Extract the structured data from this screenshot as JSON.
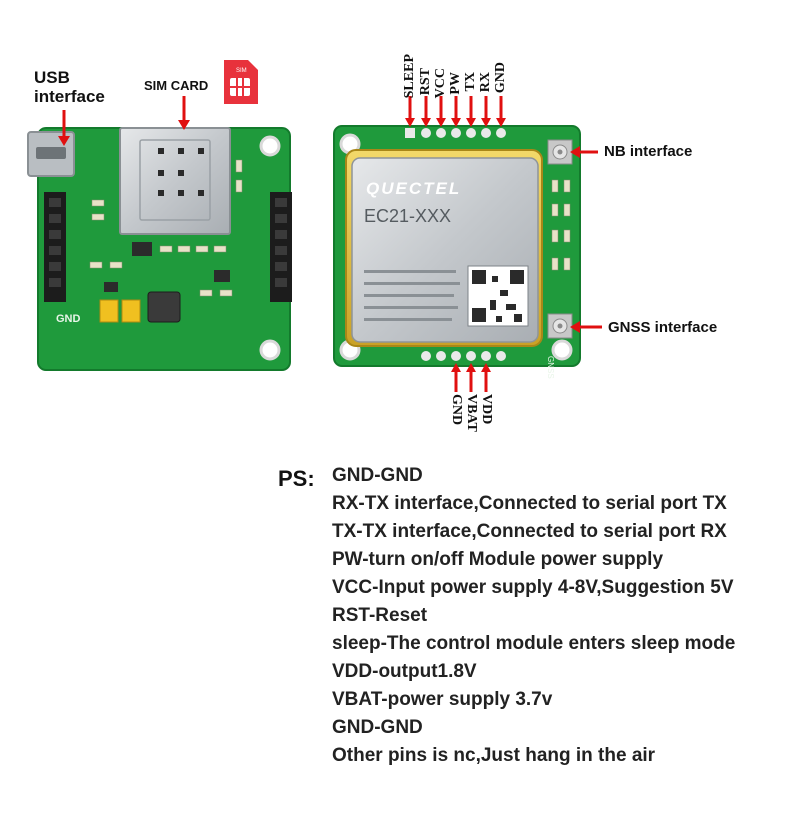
{
  "labels": {
    "usb_interface_line1": "USB",
    "usb_interface_line2": "interface",
    "sim_card": "SIM CARD",
    "sim_icon_text": "SIM",
    "gnd_left": "GND",
    "nb_interface": "NB interface",
    "gnss_interface": "GNSS interface",
    "gnss_silk": "GNSS"
  },
  "top_pins": [
    "SLEEP",
    "RST",
    "VCC",
    "PW",
    "TX",
    "RX",
    "GND"
  ],
  "bottom_pins": [
    "GND",
    "VBAT",
    "VDD"
  ],
  "module": {
    "brand": "QUECTEL",
    "model": "EC21-XXX"
  },
  "ps": {
    "label": "PS:",
    "notes": [
      "GND-GND",
      "RX-TX interface,Connected to serial port TX",
      "TX-TX interface,Connected to serial port RX",
      "PW-turn on/off Module power supply",
      "VCC-Input power supply 4-8V,Suggestion 5V",
      "RST-Reset",
      "sleep-The control module enters sleep mode",
      "VDD-output1.8V",
      "VBAT-power supply 3.7v",
      "GND-GND",
      "Other pins is nc,Just hang in the air"
    ]
  },
  "colors": {
    "pcb_green": "#1f9a3c",
    "pcb_dark": "#137a2c",
    "arrow_red": "#e01010",
    "sim_red": "#e8323c"
  }
}
